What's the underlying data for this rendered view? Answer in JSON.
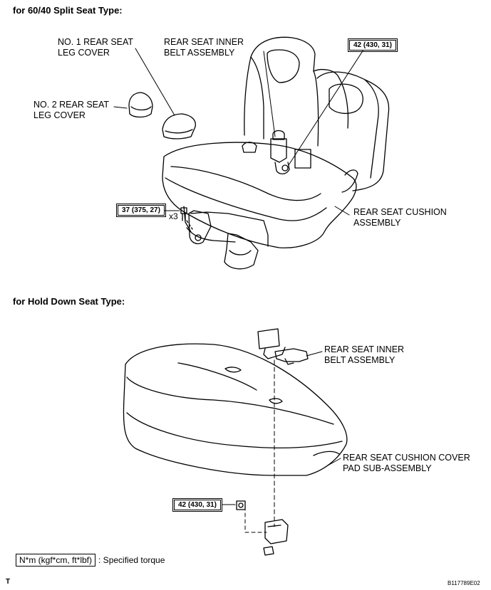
{
  "sections": {
    "split": {
      "heading": "for 60/40 Split Seat Type:",
      "labels": {
        "leg_cover_1": [
          "NO. 1 REAR SEAT",
          "LEG COVER"
        ],
        "leg_cover_2": [
          "NO. 2 REAR SEAT",
          "LEG COVER"
        ],
        "inner_belt": [
          "REAR SEAT INNER",
          "BELT ASSEMBLY"
        ],
        "cushion": [
          "REAR SEAT CUSHION",
          "ASSEMBLY"
        ]
      },
      "torque_top": "42 (430, 31)",
      "torque_left": "37 (375, 27)",
      "qty": "x3"
    },
    "hold_down": {
      "heading": "for Hold Down Seat Type:",
      "labels": {
        "inner_belt": [
          "REAR SEAT INNER",
          "BELT ASSEMBLY"
        ],
        "cover_pad": [
          "REAR SEAT CUSHION COVER",
          "PAD SUB-ASSEMBLY"
        ]
      },
      "torque": "42 (430, 31)"
    }
  },
  "legend": {
    "box": "N*m (kgf*cm, ft*lbf)",
    "text": ": Specified torque"
  },
  "footer": {
    "left": "T",
    "right": "B117789E02"
  }
}
